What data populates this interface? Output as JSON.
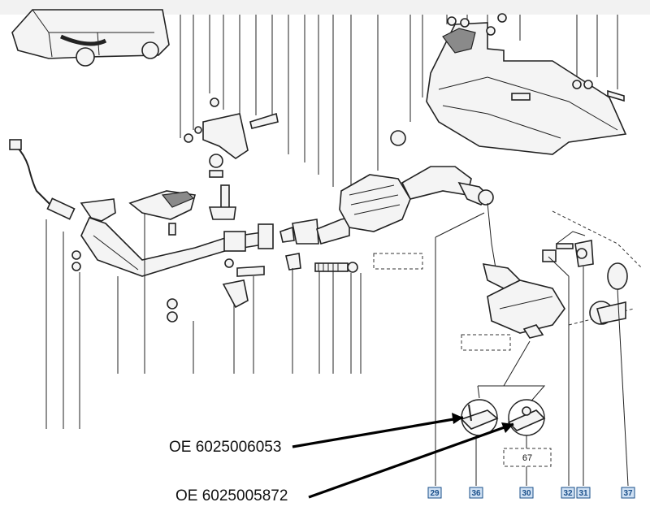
{
  "callouts": {
    "oe_top": "OE 6025006053",
    "oe_bottom": "OE 6025005872"
  },
  "labels": {
    "box_67": "67"
  },
  "ref_numbers": [
    "29",
    "36",
    "30",
    "32",
    "31",
    "37"
  ],
  "colors": {
    "ref_box_fill": "#cfe0f3",
    "ref_box_stroke": "#1a4f8a"
  }
}
